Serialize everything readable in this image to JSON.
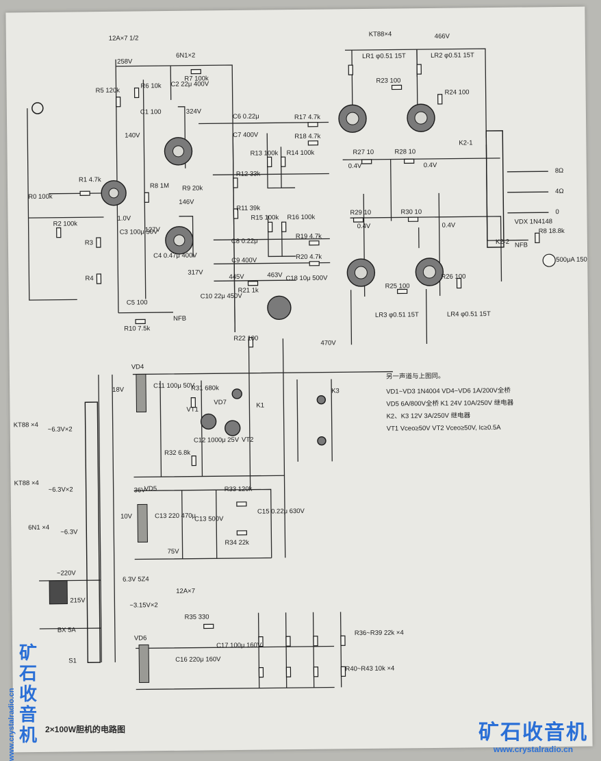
{
  "schematic": {
    "caption": "2×100W胆机的电路图",
    "top_labels": {
      "heater_v6": "12A×7 1/2",
      "v2v3": "6N1×2",
      "output_tubes": "KT88×4"
    },
    "voltages": {
      "v_b1": "258V",
      "v_140": "140V",
      "v_324": "324V",
      "v_146": "146V",
      "v_10": "1.0V",
      "v_127": "127V",
      "v_317": "317V",
      "v_445": "445V",
      "v_463": "463V",
      "v_470": "470V",
      "v_466": "466V",
      "v_04a": "0.4V",
      "v_04b": "0.4V",
      "v_04c": "0.4V",
      "v_04d": "0.4V"
    },
    "components": {
      "r0": "R0 100k",
      "r1": "R1 4.7k",
      "r2": "R2 100k",
      "r3": "R3",
      "r4": "R4",
      "r5": "R5 120k",
      "r6": "R6 10k",
      "r7": "R7 100k",
      "r8": "R8 1M",
      "r9": "R9 20k",
      "r10": "R10 7.5k",
      "r11": "R11 39k",
      "r12": "R12 33k",
      "r13a": "R13 100k",
      "r14": "R14 100k",
      "r15": "R15 100k",
      "r16": "R16 100k",
      "r17": "R17 4.7k",
      "r18": "R18 4.7k",
      "r19": "R19 4.7k",
      "r20": "R20 4.7k",
      "r21": "R21 1k",
      "r22": "R22 100",
      "r23": "R23 100",
      "r24": "R24 100",
      "r25": "R25 100",
      "r26": "R26 100",
      "r27": "R27 10",
      "r28": "R28 10",
      "r29": "R29 10",
      "r30": "R30 10",
      "r31": "R31 680k",
      "r32": "R32 6.8k",
      "r33": "R33 120k",
      "r34": "R34 22k",
      "r35": "R35 330",
      "r36_39": "R36~R39 22k ×4",
      "r40_43": "R40~R43 10k ×4",
      "r8b": "R8 18.8k",
      "c1": "C1 100",
      "c2": "C2 22μ 400V",
      "c3": "C3 100μ 50V",
      "c4": "C4 0.47μ 400V",
      "c5": "C5 100",
      "c6": "C6 0.22μ",
      "c7": "C7 400V",
      "c8": "C8 0.22μ",
      "c9": "C9 400V",
      "c10": "C10 22μ 450V",
      "c18": "C18 10μ 500V",
      "c11": "C11 100μ 50V",
      "c12": "C12 1000μ 25V",
      "c13a": "C13 220 470μ",
      "c13b": "C13 500V",
      "c15": "C15 0.22μ 630V",
      "c16": "C16 220μ 160V",
      "c17": "C17 100μ 160V",
      "lr1": "LR1 φ0.51 15T",
      "lr2": "LR2 φ0.51 15T",
      "lr3": "LR3 φ0.51 15T",
      "lr4": "LR4 φ0.51 15T",
      "vd4": "VD4",
      "vd5": "VD5",
      "vd6": "VD6",
      "vd7": "VD7",
      "vdx": "VDX 1N4148",
      "vt1": "VT1",
      "vt2": "VT2",
      "meter": "500μA 150Ω",
      "k1": "K1",
      "k2_1": "K2-1",
      "k2_2": "K2-2",
      "k3": "K3",
      "nfb": "NFB",
      "nfb2": "NFB"
    },
    "speaker_taps": [
      "8Ω",
      "4Ω",
      "0"
    ],
    "transformer": {
      "kt88_a": "KT88 ×4",
      "kt88_a_w": "~6.3V×2",
      "kt88_b": "KT88 ×4",
      "kt88_b_w": "~6.3V×2",
      "n6n1": "6N1 ×4",
      "n6n1_w": "~6.3V",
      "primary": "~220V",
      "fuse": "BX 5A",
      "switch": "S1",
      "prim_w": "215V",
      "w_5z4": "6.3V 5Z4",
      "w_12ax7": "12A×7",
      "w_315": "~3.15V×2",
      "w_18": "18V",
      "w_10": "10V",
      "w_75": "75V",
      "w_36": "36V"
    },
    "notes_title": "另一声道与上图同。",
    "notes": [
      "VD1~VD3  1N4004   VD4~VD6  1A/200V全桥",
      "VD5  6A/800V全桥    K1  24V 10A/250V 继电器",
      "K2、K3  12V 3A/250V 继电器",
      "VT1  Vceo≥50V   VT2  Vceo≥50V,  Ic≥0.5A"
    ]
  },
  "watermark": {
    "brand": "矿石收音机",
    "url": "www.crystalradio.cn"
  }
}
